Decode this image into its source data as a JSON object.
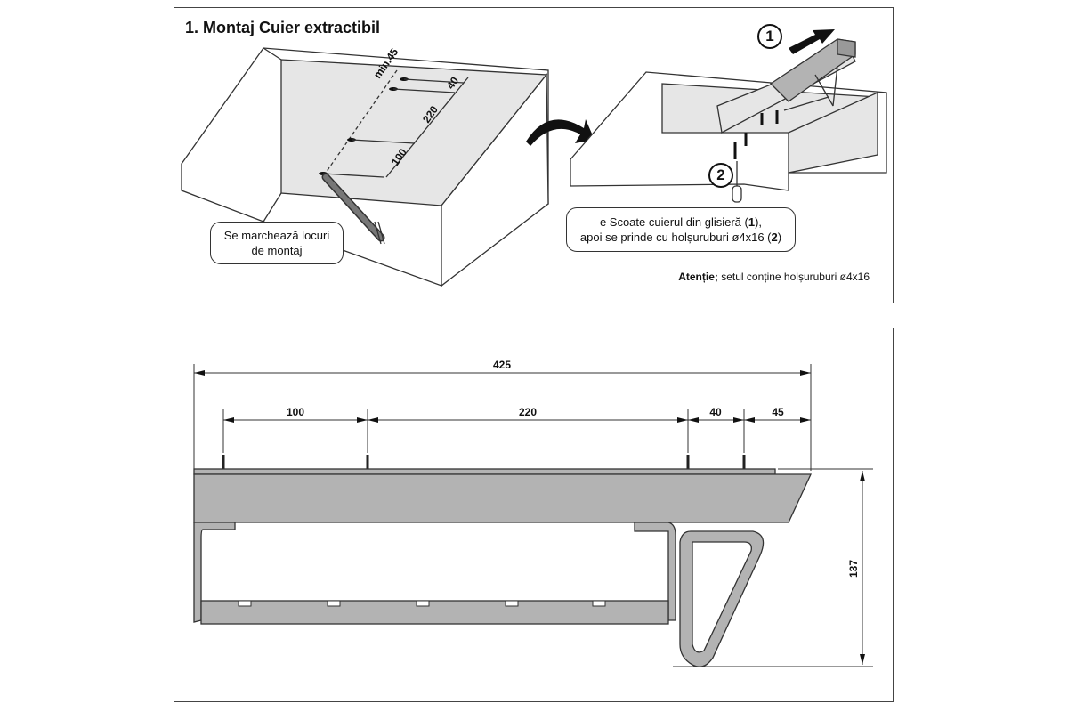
{
  "top_panel": {
    "title": "1. Montaj Cuier extractibil",
    "left_callout": {
      "line1": "Se marchează locuri",
      "line2": "de montaj"
    },
    "right_callout": {
      "line1_prefix": "e Scoate cuierul din glisieră (",
      "line1_num": "1",
      "line1_suffix": "),",
      "line2_prefix": "apoi se prinde cu holșuruburi ø4x16 (",
      "line2_num": "2",
      "line2_suffix": ")"
    },
    "note": {
      "bold": "Atenție;",
      "text": " setul conține holșuruburi ø4x16"
    },
    "step_labels": [
      "1",
      "2"
    ],
    "perspective_dims": [
      "min.45",
      "40",
      "220",
      "100"
    ]
  },
  "bottom_panel": {
    "overall_width_label": "425",
    "spacing_labels": [
      "100",
      "220",
      "40",
      "45"
    ],
    "height_label": "137"
  },
  "colors": {
    "part_fill": "#b3b3b3",
    "outline": "#333333",
    "wall_fill": "#e6e6e6"
  }
}
